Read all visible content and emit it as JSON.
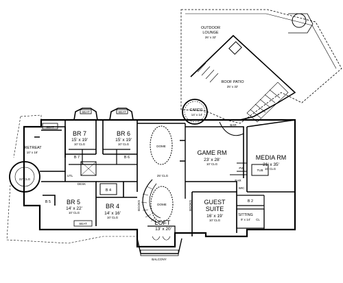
{
  "rooms": {
    "outdoor_lounge": {
      "name_line1": "OUTDOOR",
      "name_line2": "LOUNGE",
      "dim": "26' x 32'"
    },
    "roof_patio": {
      "name": "ROOF PATIO",
      "dim": "25' x 32'"
    },
    "cards": {
      "name": "CARDS",
      "dim": "14' x 14'"
    },
    "bar": {
      "name": "BAR"
    },
    "br7": {
      "name": "BR 7",
      "dim": "15' x 19'",
      "clg": "10' CLG"
    },
    "br6": {
      "name": "BR 6",
      "dim": "15' x 19'",
      "clg": "10' CLG"
    },
    "retreat": {
      "name": "RETREAT",
      "dim": "10' x 16'"
    },
    "game_rm": {
      "name": "GAME RM",
      "dim": "23' x 28'",
      "clg": "10' CLG"
    },
    "media_rm": {
      "name": "MEDIA RM",
      "dim": "21' x 35'",
      "clg": "10' CLG"
    },
    "br5": {
      "name": "BR 5",
      "dim": "14' x 22'",
      "clg": "10' CLG"
    },
    "br4": {
      "name": "BR 4",
      "dim": "14' x 16'",
      "clg": "10' CLG"
    },
    "guest_suite": {
      "name_line1": "GUEST",
      "name_line2": "SUITE",
      "dim": "16' x 19'",
      "clg": "10' CLG"
    },
    "loft": {
      "name": "LOFT",
      "dim": "13' x 20'"
    },
    "sitting": {
      "name": "SITTING",
      "dim": "9' x 14'"
    },
    "balcony": {
      "name": "BALCONY"
    }
  },
  "labels": {
    "seat": "SEAT",
    "dome": "DOME",
    "clg25": "25' CLG",
    "clg22": "22' CLG",
    "b7": "B 7",
    "b6": "B 6",
    "b5": "B 5",
    "b4": "B 4",
    "b2": "B 2",
    "desk": "DESK",
    "utl": "UTL",
    "pw": "PW",
    "books": "BOOKS",
    "cl": "CL",
    "wic": "WIC",
    "tub": "TUB"
  }
}
